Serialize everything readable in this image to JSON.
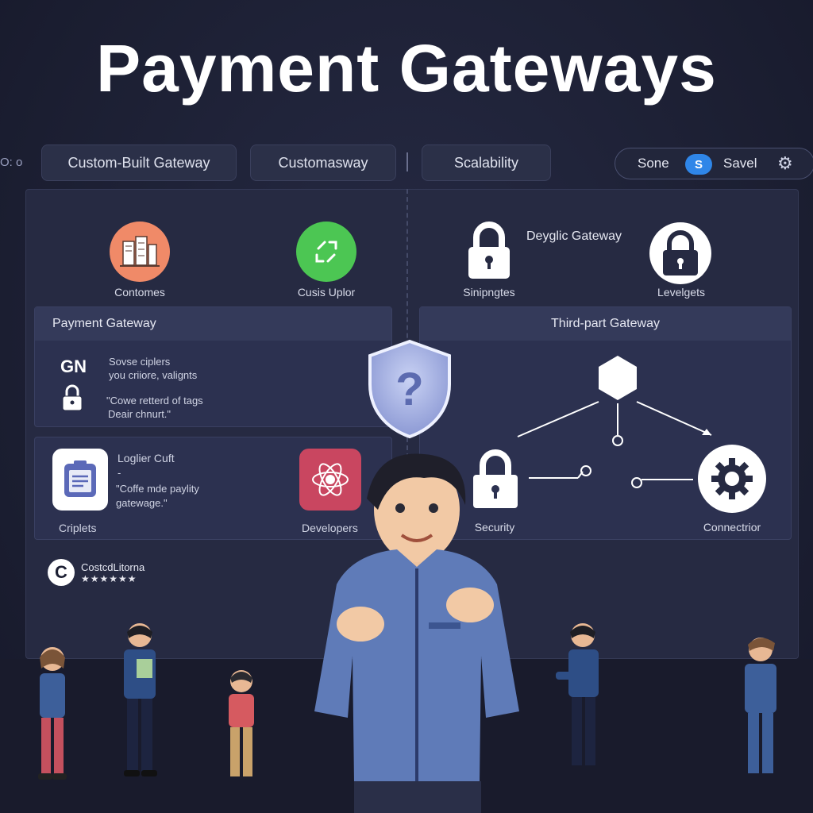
{
  "title": "Payment Gateways",
  "topbar": {
    "dots": "O: o",
    "tabs": [
      "Custom-Built Gateway",
      "Customasway",
      "Scalability"
    ],
    "pill_left": "Sone",
    "pill_badge": "S",
    "pill_right": "Savel"
  },
  "left_icons": [
    {
      "caption": "Contomes"
    },
    {
      "caption": "Cusis Uplor"
    }
  ],
  "right_icons": [
    {
      "caption": "Sinipngtes"
    },
    {
      "caption": "Levelgets"
    }
  ],
  "right_label": "Deyglic Gateway",
  "payment_panel": {
    "header": "Payment Gateway",
    "code": "GN",
    "line1": "Sovse ciplers",
    "line2": "you criiore, valignts",
    "quote1": "\"Cowe retterd of tags",
    "quote2": "Deair chnurt.\""
  },
  "third_party_header": "Third-part Gateway",
  "tools_panel": {
    "title": "Loglier Cuft",
    "dash": "-",
    "quote1": "\"Coffe mde paylity",
    "quote2": "gatewage.\"",
    "left_caption": "Criplets",
    "right_caption": "Developers"
  },
  "diagram": {
    "left_caption": "Security",
    "right_caption": "Connectrior"
  },
  "brand": {
    "letter": "C",
    "name": "CostcdLitorna",
    "stars": "★★★★★★"
  },
  "colors": {
    "background": "#1c1f33",
    "panel": "#262a42",
    "accent_orange": "#f08a68",
    "accent_green": "#4cc653",
    "accent_red": "#c94660",
    "accent_blue": "#2f86e8"
  }
}
